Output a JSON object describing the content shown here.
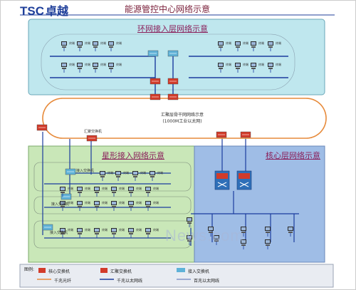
{
  "header": {
    "logo_text": "TSC",
    "logo_cn": "卓越",
    "title": "能源管控中心网络示意"
  },
  "sections": {
    "ring_access": "环网接入层网络示意",
    "star_access": "星形接入网络示意",
    "core": "核心层网络示意"
  },
  "ring": {
    "label_line1": "汇聚层骨干网网络示意",
    "label_line2": "(1000M工业以太网)"
  },
  "labels": {
    "terminal": "终端",
    "aggregation_switch": "汇聚交换机",
    "access_switch": "接入交换机"
  },
  "legend": {
    "title": "图例:",
    "core_switch": "核心交换机",
    "agg_switch": "汇聚交换机",
    "access_switch": "接入交换机",
    "gigabit_fiber": "千兆光纤",
    "gigabit_ethernet": "千兆以太网线",
    "hundred_ethernet": "百兆以太网线"
  },
  "watermark": "News.com",
  "colors": {
    "top_panel": "#bfe7ee",
    "star_panel": "#c9e7b8",
    "core_panel": "#9fbde6",
    "ring_line": "#e78a3a",
    "net_line": "#1b3c9e",
    "switch_red": "#d23b2a"
  }
}
